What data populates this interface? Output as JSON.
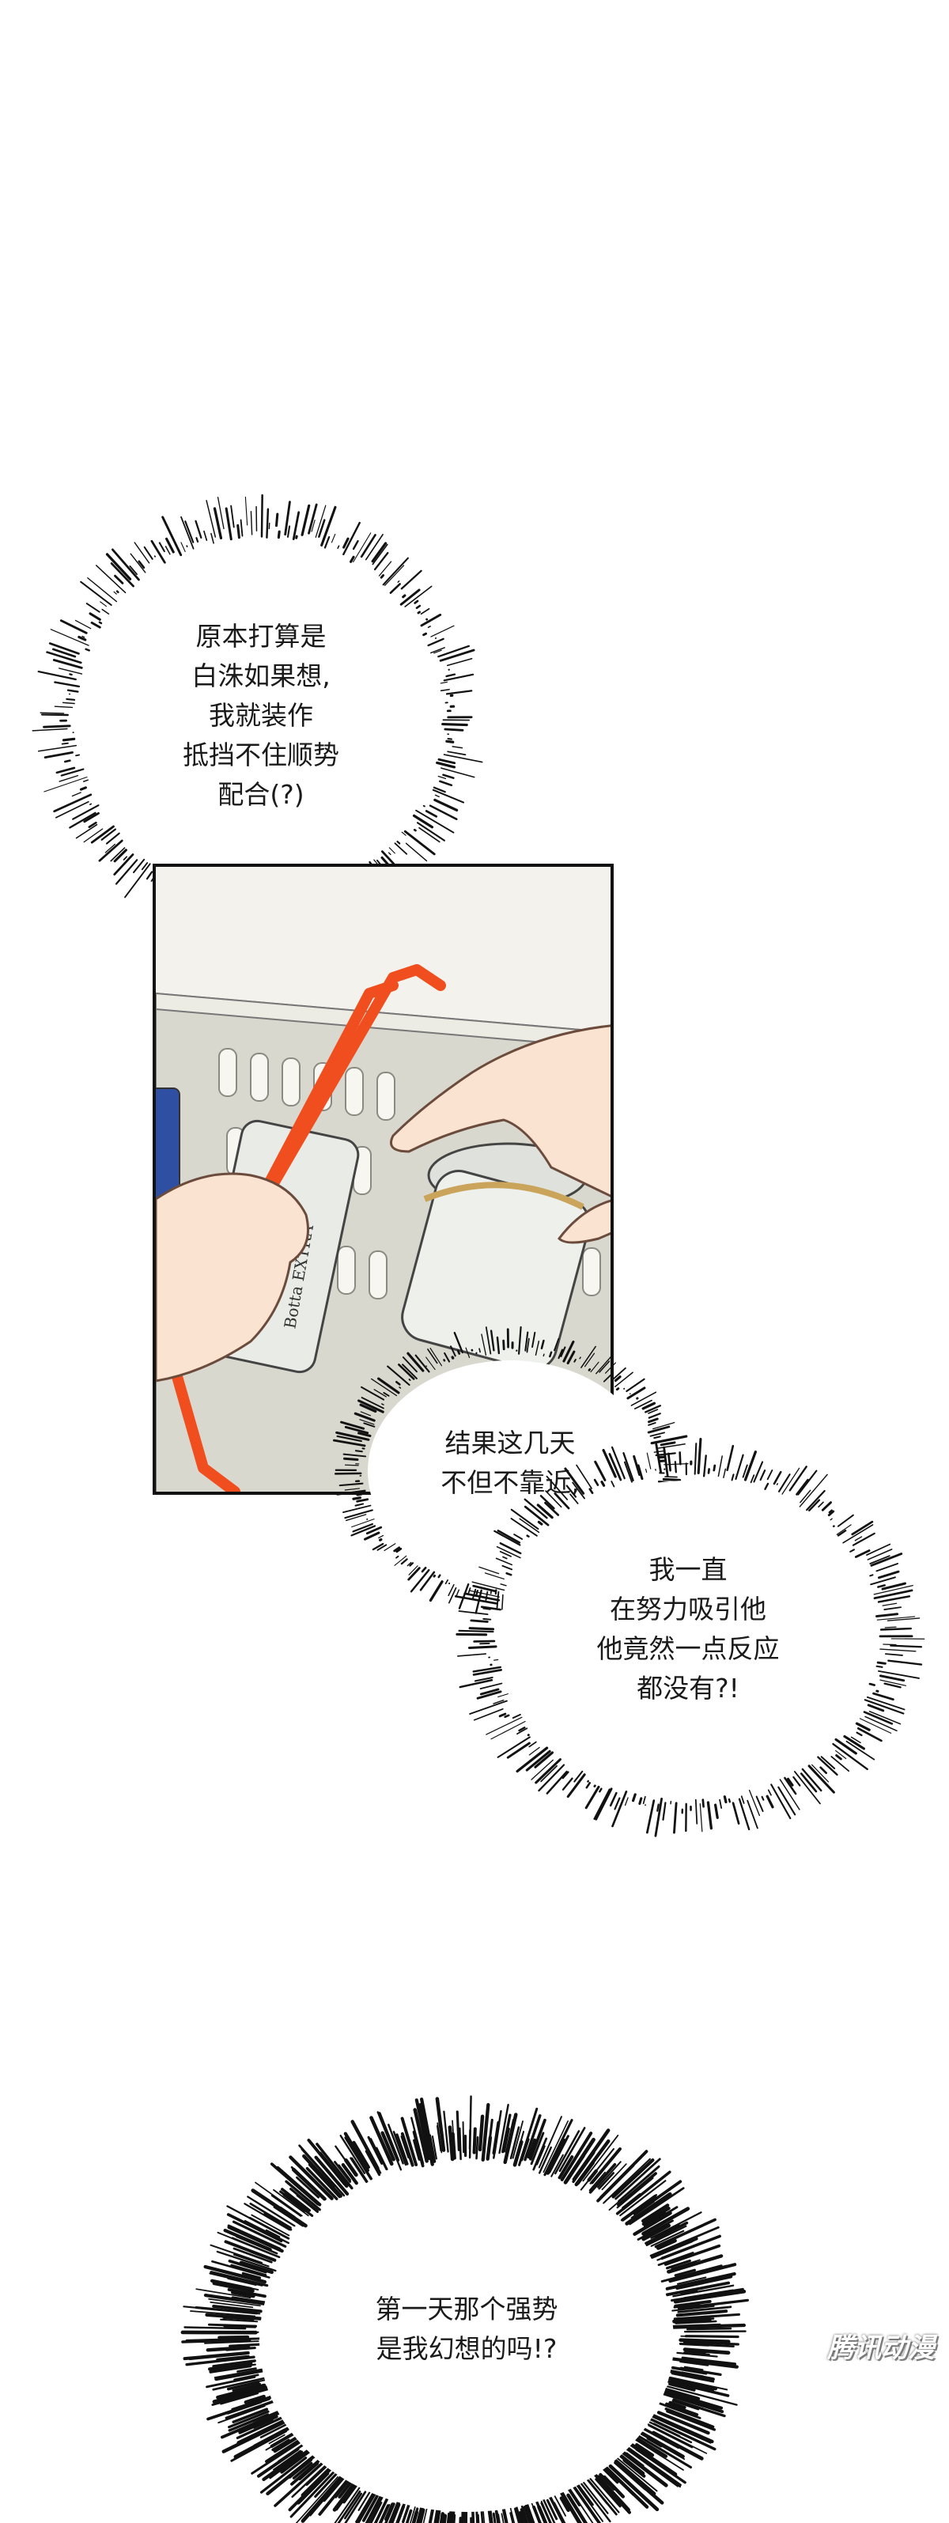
{
  "bubbles": {
    "b1": {
      "lines": [
        "原本打算是",
        "白洙如果想,",
        "我就装作",
        "抵挡不住顺势",
        "配合(?)"
      ]
    },
    "b2": {
      "lines": [
        "结果这几天",
        "不但不靠近,"
      ]
    },
    "b3": {
      "lines": [
        "我一直",
        "在努力吸引他",
        "他竟然一点反应",
        "都没有?!"
      ]
    },
    "b4": {
      "lines": [
        "第一天那个强势",
        "是我幻想的吗!?"
      ]
    }
  },
  "panel": {
    "can_label_left": "Botta EXTRA",
    "colors": {
      "basket": "#d9d8cf",
      "handle": "#f04e1e",
      "skin": "#fbe3d2",
      "can": "#e8ebe6"
    }
  },
  "watermark": "腾讯动漫"
}
